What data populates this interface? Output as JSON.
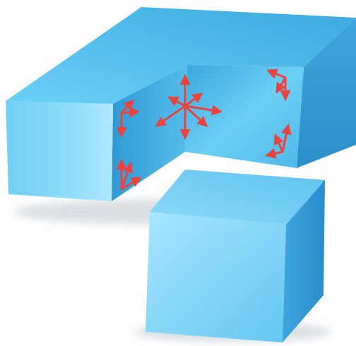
{
  "colors": {
    "background": "#ffffff",
    "block_light": "#9fe4ff",
    "block_mid": "#5fc6ef",
    "block_dark": "#2a93cf",
    "arrow": "#e8433f",
    "shadow": "#9aa8b4"
  },
  "parts": {
    "large_block": "l-shaped-block",
    "small_block": "cube",
    "arrows_color_name": "red"
  }
}
